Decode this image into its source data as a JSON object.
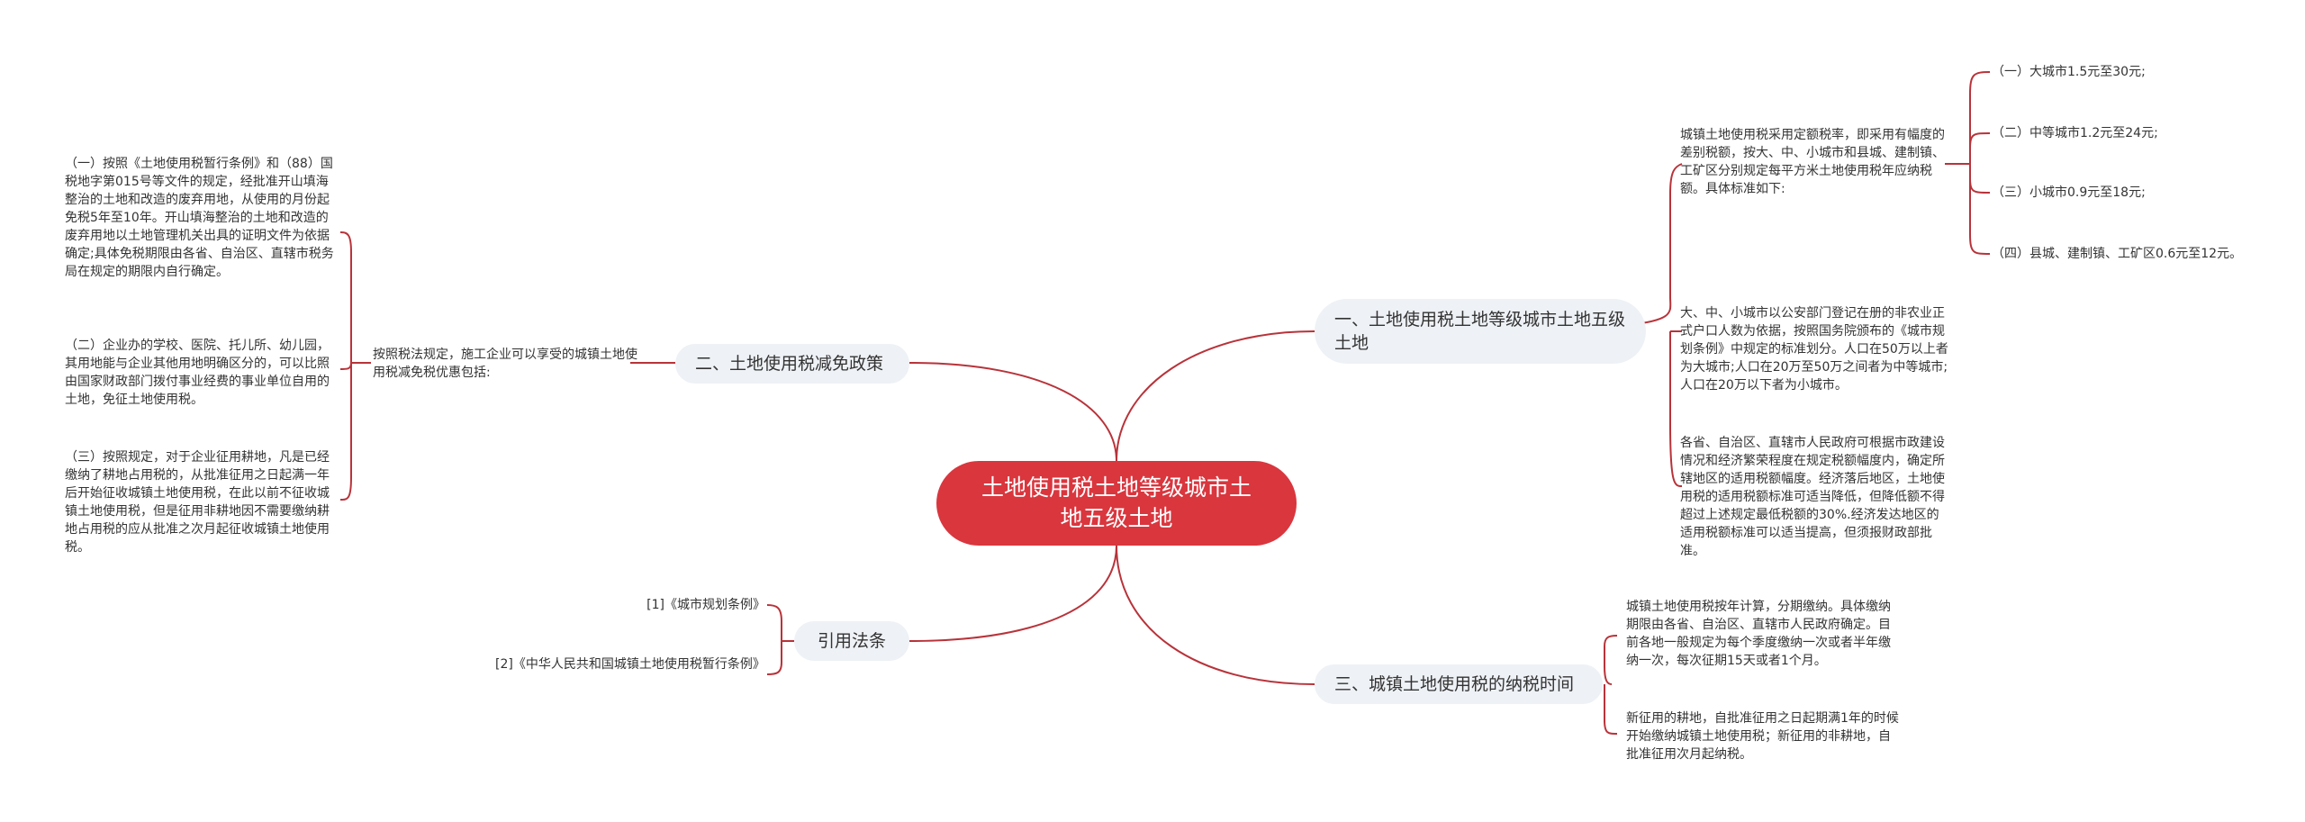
{
  "root": {
    "title": "土地使用税土地等级城市土地五级土地"
  },
  "branch1": {
    "label": "一、土地使用税土地等级城市土地五级土地",
    "intro": "城镇土地使用税采用定额税率，即采用有幅度的差别税额，按大、中、小城市和县城、建制镇、工矿区分别规定每平方米土地使用税年应纳税额。具体标准如下:",
    "rates": [
      "（一）大城市1.5元至30元;",
      "（二）中等城市1.2元至24元;",
      "（三）小城市0.9元至18元;",
      "（四）县城、建制镇、工矿区0.6元至12元。"
    ],
    "city_size": "大、中、小城市以公安部门登记在册的非农业正式户口人数为依据，按照国务院颁布的《城市规划条例》中规定的标准划分。人口在50万以上者为大城市;人口在20万至50万之间者为中等城市;人口在20万以下者为小城市。",
    "adjust": "各省、自治区、直辖市人民政府可根据市政建设情况和经济繁荣程度在规定税额幅度内，确定所辖地区的适用税额幅度。经济落后地区，土地使用税的适用税额标准可适当降低，但降低额不得超过上述规定最低税额的30%.经济发达地区的适用税额标准可以适当提高，但须报财政部批准。"
  },
  "branch2": {
    "label": "二、土地使用税减免政策",
    "intro": "按照税法规定，施工企业可以享受的城镇土地使用税减免税优惠包括:",
    "items": [
      "（一）按照《土地使用税暂行条例》和（88）国税地字第015号等文件的规定，经批准开山填海整治的土地和改造的废弃用地，从使用的月份起免税5年至10年。开山填海整治的土地和改造的废弃用地以土地管理机关出具的证明文件为依据确定;具体免税期限由各省、自治区、直辖市税务局在规定的期限内自行确定。",
      "（二）企业办的学校、医院、托儿所、幼儿园，其用地能与企业其他用地明确区分的，可以比照由国家财政部门拨付事业经费的事业单位自用的土地，免征土地使用税。",
      "（三）按照规定，对于企业征用耕地，凡是已经缴纳了耕地占用税的，从批准征用之日起满一年后开始征收城镇土地使用税，在此以前不征收城镇土地使用税，但是征用非耕地因不需要缴纳耕地占用税的应从批准之次月起征收城镇土地使用税。"
    ]
  },
  "branch3": {
    "label": "三、城镇土地使用税的纳税时间",
    "items": [
      "城镇土地使用税按年计算，分期缴纳。具体缴纳期限由各省、自治区、直辖市人民政府确定。目前各地一般规定为每个季度缴纳一次或者半年缴纳一次，每次征期15天或者1个月。",
      "新征用的耕地，自批准征用之日起期满1年的时候开始缴纳城镇土地使用税；新征用的非耕地，自批准征用次月起纳税。"
    ]
  },
  "branch4": {
    "label": "引用法条",
    "items": [
      "[1]《城市规划条例》",
      "[2]《中华人民共和国城镇土地使用税暂行条例》"
    ]
  },
  "colors": {
    "root": "#d9363e",
    "edge": "#b8333a",
    "branch_bg": "#eef1f5"
  }
}
